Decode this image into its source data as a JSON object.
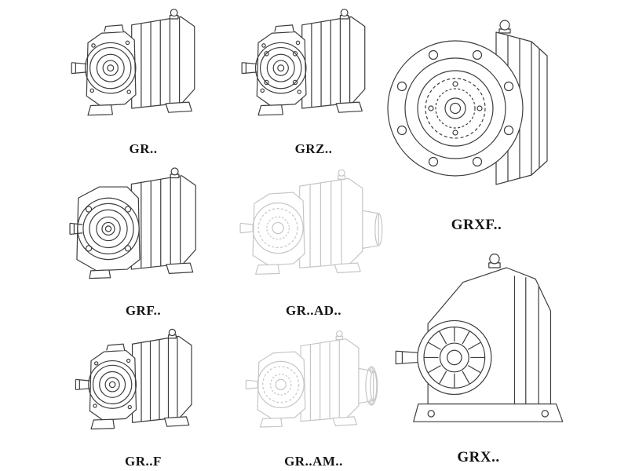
{
  "page": {
    "background_color": "#ffffff",
    "line_color": "#3d3d3d",
    "ghost_line_color": "#c6c6c6",
    "label_color": "#141414"
  },
  "items": [
    {
      "id": "gr",
      "label": "GR..",
      "style": "solid"
    },
    {
      "id": "grz",
      "label": "GRZ..",
      "style": "solid"
    },
    {
      "id": "grxf",
      "label": "GRXF..",
      "style": "solid"
    },
    {
      "id": "grf",
      "label": "GRF..",
      "style": "solid"
    },
    {
      "id": "grad",
      "label": "GR..AD..",
      "style": "ghost"
    },
    {
      "id": "grff",
      "label": "GR..F",
      "style": "solid"
    },
    {
      "id": "gram",
      "label": "GR..AM..",
      "style": "ghost"
    },
    {
      "id": "grx",
      "label": "GRX..",
      "style": "solid"
    }
  ]
}
